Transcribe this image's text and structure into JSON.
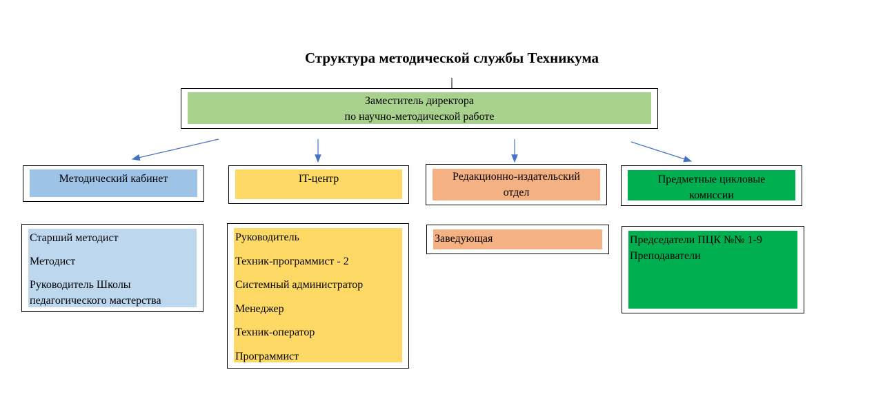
{
  "title": "Структура методической службы Техникума",
  "colors": {
    "director": "#a9d18e",
    "methodical": "#9dc3e6",
    "methodical_list": "#bdd7ee",
    "it": "#ffd966",
    "editorial": "#f4b183",
    "committees": "#00b050",
    "arrow": "#4472c4"
  },
  "director": {
    "line1": "Заместитель директора",
    "line2": "по научно-методической работе"
  },
  "departments": [
    {
      "name": "Методический кабинет"
    },
    {
      "name": "IT-центр"
    },
    {
      "name_line1": "Редакционно-издательский",
      "name_line2": "отдел"
    },
    {
      "name_line1": "Предметные цикловые",
      "name_line2": "комиссии"
    }
  ],
  "staff": {
    "methodical": [
      "Старший методист",
      "Методист",
      "Руководитель Школы",
      "педагогического мастерства"
    ],
    "it": [
      "Руководитель",
      "Техник-программист - 2",
      "Системный администратор",
      "Менеджер",
      "Техник-оператор",
      "Программист"
    ],
    "editorial": [
      "Заведующая"
    ],
    "committees": [
      "Председатели ПЦК №№ 1-9",
      "Преподаватели"
    ]
  }
}
